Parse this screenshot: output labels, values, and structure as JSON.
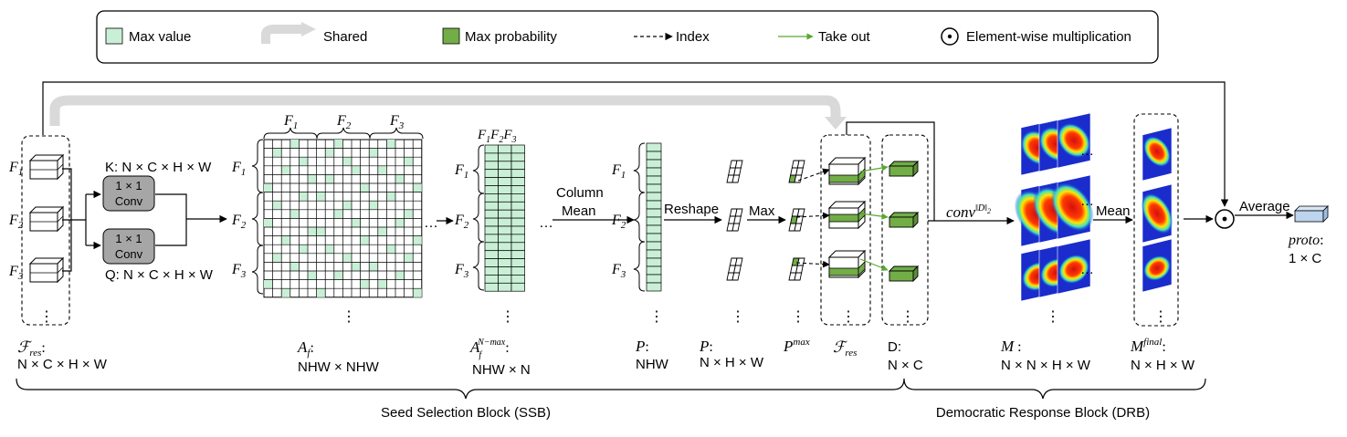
{
  "legend": {
    "max_value": "Max value",
    "shared": "Shared",
    "max_probability": "Max  probability",
    "index": "Index",
    "take_out": "Take out",
    "elementwise": "Element-wise multiplication"
  },
  "colors": {
    "light_green": "#c9f0d6",
    "dark_green": "#72ad47",
    "take_out_arrow": "#5aa832",
    "shared_arrow": "#d9d9d9",
    "conv_box": "#a6a6a6",
    "proto_box": "#bcd4ee"
  },
  "inputs": {
    "features": [
      "F",
      "F",
      "F"
    ],
    "subscripts": [
      "1",
      "2",
      "3"
    ],
    "k_label": "K: N × C × H × W",
    "q_label": "Q: N × C × H × W",
    "conv_title": "1 × 1",
    "conv_sub": "Conv"
  },
  "labels": {
    "column_mean_1": "Column",
    "column_mean_2": "Mean",
    "reshape": "Reshape",
    "max": "Max",
    "conv_norm_main": "conv",
    "conv_norm_sup": "‖D‖",
    "conv_norm_sub": "2",
    "mean": "Mean",
    "average": "Average",
    "dots_h": "…",
    "dots_v": "⋮"
  },
  "bottom": {
    "f_res": "ℱ",
    "f_res_sub": "res",
    "f_res_dim": "N × C × H × W",
    "af": "A",
    "af_sub": "f",
    "af_dim": "NHW × NHW",
    "afn_sup": "N−max",
    "afn_dim": "NHW × N",
    "p_label": "P",
    "p_dim": "NHW",
    "p2_dim": "N × H × W",
    "pmax_sup": "max",
    "d_label": "D:",
    "d_dim": "N × C",
    "m_label": "M",
    "m_dim": "N × N × H × W",
    "mfinal_sup": "final",
    "mfinal_dim": "N × H × W",
    "proto": "proto",
    "proto_dim": "1 × C",
    "colon": ":"
  },
  "blocks": {
    "ssb": "Seed Selection Block (SSB)",
    "drb": "Democratic Response Block (DRB)"
  },
  "chart_data": {
    "type": "diagram",
    "af_matrix_size": 18,
    "af_groups": [
      "F1",
      "F2",
      "F3"
    ],
    "af_green_cells": [
      [
        0,
        3
      ],
      [
        0,
        8
      ],
      [
        0,
        14
      ],
      [
        1,
        1
      ],
      [
        1,
        7
      ],
      [
        1,
        12
      ],
      [
        2,
        4
      ],
      [
        2,
        9
      ],
      [
        2,
        16
      ],
      [
        3,
        2
      ],
      [
        3,
        10
      ],
      [
        3,
        13
      ],
      [
        4,
        5
      ],
      [
        4,
        7
      ],
      [
        4,
        15
      ],
      [
        5,
        0
      ],
      [
        5,
        11
      ],
      [
        5,
        17
      ],
      [
        6,
        4
      ],
      [
        6,
        6
      ],
      [
        6,
        14
      ],
      [
        7,
        1
      ],
      [
        7,
        9
      ],
      [
        7,
        12
      ],
      [
        8,
        3
      ],
      [
        8,
        8
      ],
      [
        8,
        16
      ],
      [
        9,
        0
      ],
      [
        9,
        10
      ],
      [
        9,
        15
      ],
      [
        10,
        5
      ],
      [
        10,
        6
      ],
      [
        10,
        13
      ],
      [
        11,
        2
      ],
      [
        11,
        11
      ],
      [
        11,
        17
      ],
      [
        12,
        4
      ],
      [
        12,
        7
      ],
      [
        12,
        14
      ],
      [
        13,
        1
      ],
      [
        13,
        9
      ],
      [
        13,
        16
      ],
      [
        14,
        3
      ],
      [
        14,
        10
      ],
      [
        14,
        12
      ],
      [
        15,
        5
      ],
      [
        15,
        8
      ],
      [
        15,
        15
      ],
      [
        16,
        0
      ],
      [
        16,
        11
      ],
      [
        16,
        13
      ],
      [
        17,
        2
      ],
      [
        17,
        6
      ],
      [
        17,
        17
      ]
    ],
    "afn_matrix_rows": 18,
    "afn_matrix_cols": 3,
    "p_cells": 18,
    "pmax_selected_cells": [
      [
        0,
        0
      ],
      [
        1,
        0
      ],
      [
        1,
        1
      ],
      [
        0,
        1
      ]
    ]
  }
}
